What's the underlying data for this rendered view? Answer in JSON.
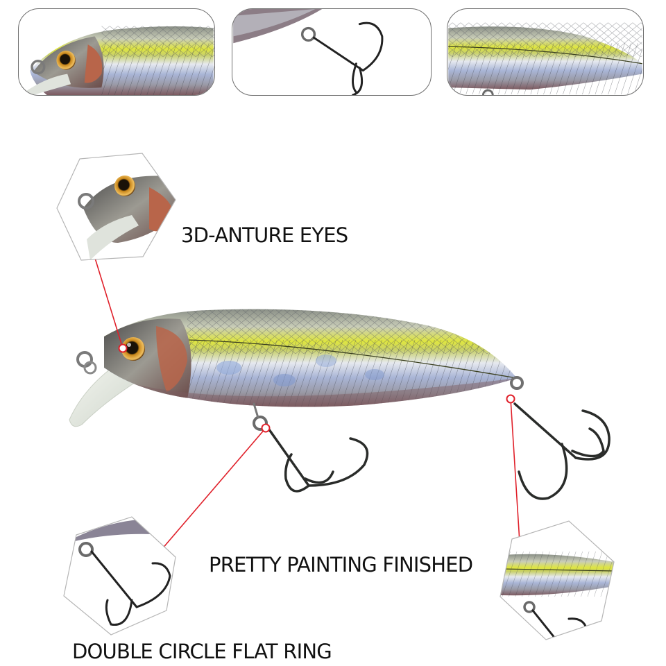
{
  "product": "Minnow fishing lure",
  "top_panels": [
    {
      "id": "head-closeup",
      "subject": "lure head with 3D eye"
    },
    {
      "id": "hook-closeup",
      "subject": "treble hook with split ring"
    },
    {
      "id": "body-closeup",
      "subject": "painted body side"
    }
  ],
  "features": [
    {
      "label": "3D-ANTURE EYES",
      "callout_target": "eye"
    },
    {
      "label": "PRETTY PAINTING FINISHED",
      "callout_target": "tail-eyelet"
    },
    {
      "label": "DOUBLE CIRCLE FLAT RING",
      "callout_target": "belly-ring"
    }
  ],
  "colors": {
    "callout_line": "#e0202a",
    "panel_border": "#6e6e6e",
    "hexagon_border": "#b5b5b5",
    "body_yellow": "#d8e23a",
    "body_silver": "#b9bcc4",
    "body_blue": "#8fa8d8",
    "belly_red": "#8a5a5e",
    "eye_gold": "#c8861a",
    "lip": "#e8ece4"
  }
}
